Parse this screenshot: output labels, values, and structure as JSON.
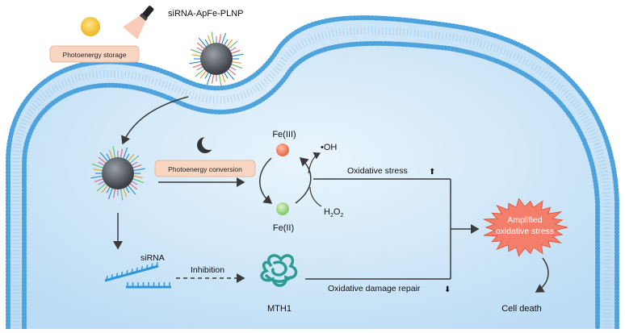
{
  "labels": {
    "nanoparticle": "siRNA-ApFe-PLNP",
    "photoenergy_storage": "Photoenergy storage",
    "photoenergy_conversion": "Photoenergy conversion",
    "fe3": "Fe(III)",
    "fe2": "Fe(II)",
    "hydroxyl_radical": "•OH",
    "h2o2_main": "H",
    "h2o2_sub1": "2",
    "h2o2_o": "O",
    "h2o2_sub2": "2",
    "oxidative_stress": "Oxidative stress",
    "oxidative_stress_arrow": "⬆",
    "amplified_line1": "Amplified",
    "amplified_line2": "oxidative stress",
    "sirna": "siRNA",
    "inhibition": "Inhibition",
    "mth1": "MTH1",
    "repair": "Oxidative damage repair",
    "repair_arrow": "⬇",
    "cell_death": "Cell death"
  },
  "colors": {
    "cytoplasm": "#cfe6f8",
    "membrane_head": "#4ea3dc",
    "label_box": "#f9d6c2",
    "fe3": "#f08a6a",
    "fe2": "#9fd88a",
    "starburst": "#f37f6a",
    "mth1": "#2f9c94",
    "sirna": "#2f97d8",
    "sun": "#f6c431"
  }
}
